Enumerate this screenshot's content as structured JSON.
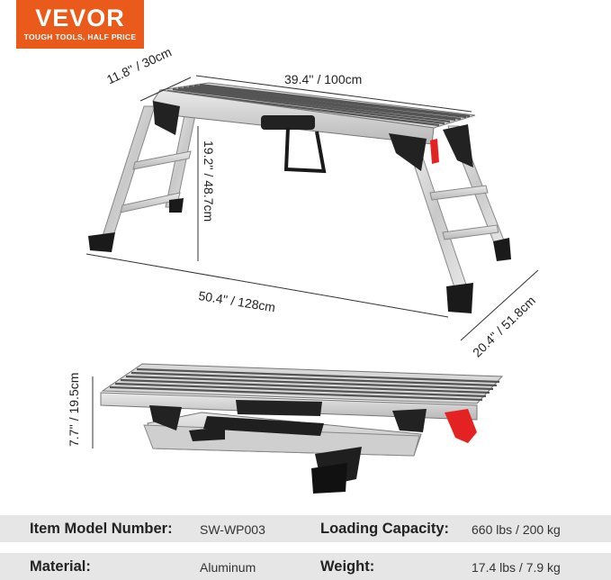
{
  "brand": {
    "name": "VEVOR",
    "tagline": "TOUGH TOOLS, HALF PRICE",
    "color": "#ea5b1b"
  },
  "dimensions": {
    "platform_width": "11.8'' / 30cm",
    "platform_length": "39.4'' / 100cm",
    "height": "19.2'' / 48.7cm",
    "overall_length": "50.4'' / 128cm",
    "overall_width": "20.4'' / 51.8cm",
    "folded_height": "7.7'' / 19.5cm"
  },
  "specs": {
    "model_label": "Item Model Number:",
    "model_value": "SW-WP003",
    "capacity_label": "Loading Capacity:",
    "capacity_value": "660 lbs / 200 kg",
    "material_label": "Material:",
    "material_value": "Aluminum",
    "weight_label": "Weight:",
    "weight_value": "17.4 lbs / 7.9 kg"
  }
}
